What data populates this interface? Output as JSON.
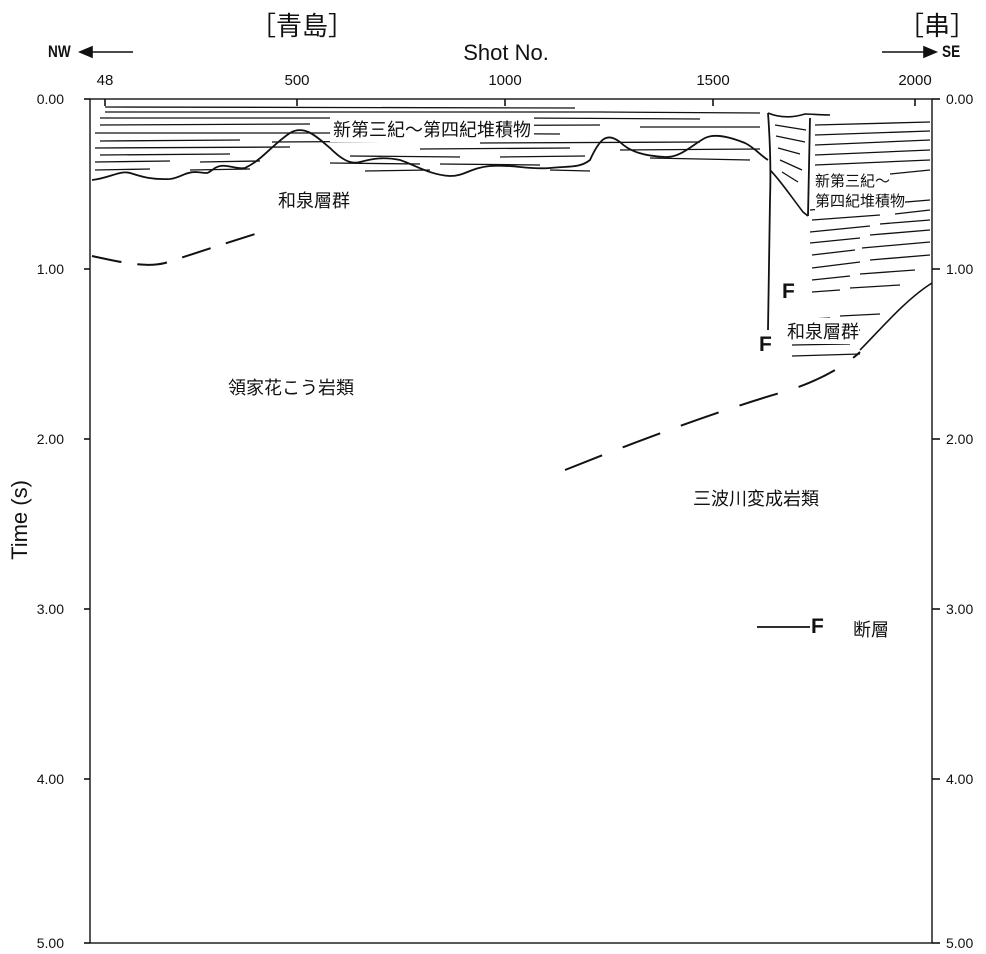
{
  "header": {
    "left_location": "［青島］",
    "right_location": "［串］",
    "left_direction": "NW",
    "right_direction": "SE",
    "x_axis_title": "Shot No."
  },
  "x_ticks": [
    "48",
    "500",
    "1000",
    "1500",
    "2000"
  ],
  "y_axis": {
    "title": "Time (s)",
    "ticks": [
      "0.00",
      "1.00",
      "2.00",
      "3.00",
      "4.00",
      "5.00"
    ]
  },
  "annotations": {
    "sediment_top": "新第三紀～第四紀堆積物",
    "sediment_right_line1": "新第三紀～",
    "sediment_right_line2": "第四紀堆積物",
    "izumi_left": "和泉層群",
    "izumi_right": "和泉層群",
    "ryoke": "領家花こう岩類",
    "sanbagawa": "三波川変成岩類",
    "fault_mark_upper": "F",
    "fault_mark_lower": "F",
    "legend_fault_symbol": "F",
    "legend_fault_label": "断層"
  },
  "colors": {
    "line": "#111111",
    "background": "#ffffff"
  }
}
